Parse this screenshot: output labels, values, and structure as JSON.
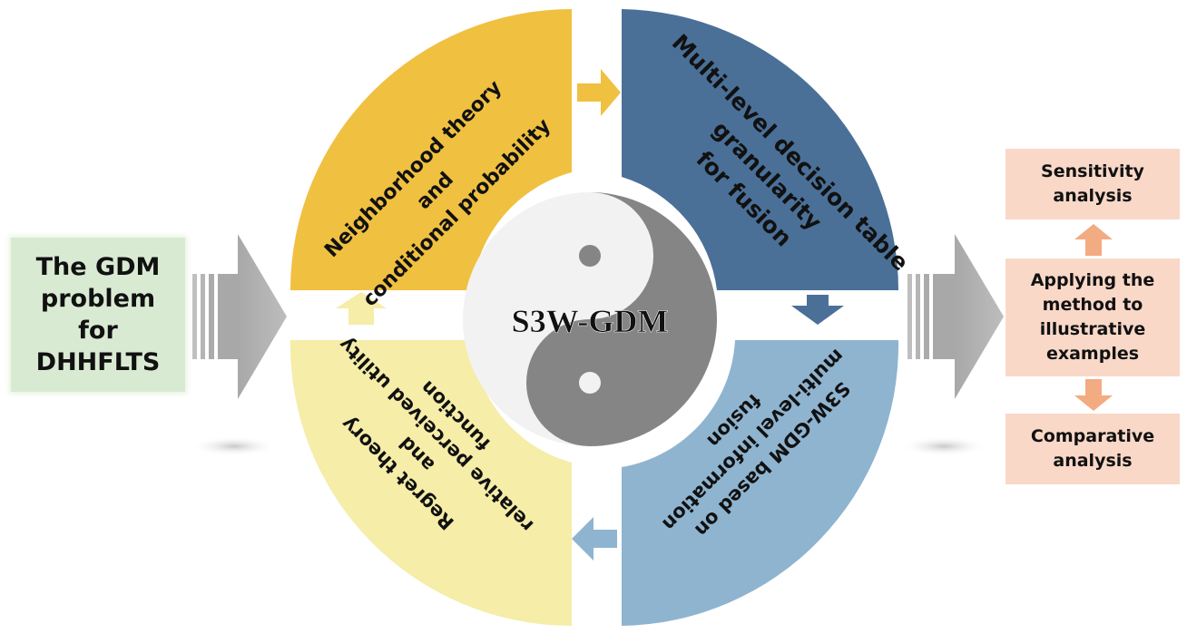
{
  "left_box": {
    "text": "The GDM\nproblem\nfor\nDHHFLTS"
  },
  "quadrants": {
    "top_left": {
      "text": "Neighborhood theory\nand\nconditional probability"
    },
    "top_right": {
      "text": "Multi-level decision table\ngranularity\nfor  fusion"
    },
    "bottom_right": {
      "text": "S3W-GDM based on\nmulti-level information\nfusion"
    },
    "bottom_left": {
      "text": "Regret theory\nand\nrelative perceived utility\nfunction"
    }
  },
  "center": {
    "label": "S3W-GDM"
  },
  "right_boxes": {
    "top": "Sensitivity\nanalysis",
    "middle": "Applying the\nmethod to\nillustrative\nexamples",
    "bottom": "Comparative\nanalysis"
  },
  "colors": {
    "top_left_quadrant": "#f0c040",
    "top_right_quadrant": "#4a7098",
    "bottom_right_quadrant": "#8fb4d0",
    "bottom_left_quadrant": "#f5eda8",
    "left_box": "#d9ead3",
    "right_boxes": "#f9d8c8",
    "right_arrows": "#f3ab82"
  }
}
